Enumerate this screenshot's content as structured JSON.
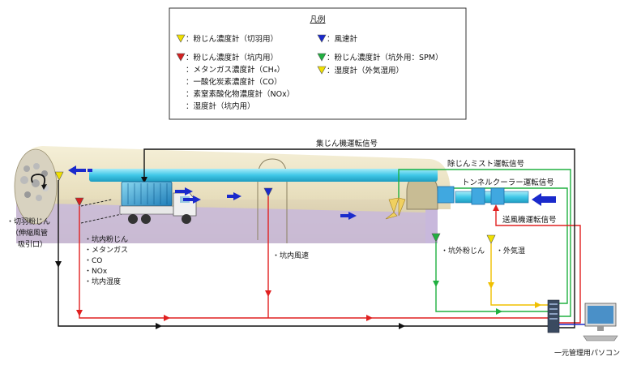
{
  "legend": {
    "title": "凡例",
    "col1": [
      {
        "text": "：粉じん濃度計（切羽用）",
        "color": "#f0e000"
      },
      {
        "text": "：粉じん濃度計（坑内用）",
        "color": "#d42020"
      },
      {
        "text": "：メタンガス濃度計（CH₄）"
      },
      {
        "text": "：一酸化炭素濃度計（CO）"
      },
      {
        "text": "：素窒素酸化物濃度計（NOx）"
      },
      {
        "text": "：湿度計（坑内用）"
      }
    ],
    "col2": [
      {
        "text": "：風速計",
        "color": "#1a2acc"
      },
      {
        "text": "：粉じん濃度計（坑外用：SPM）",
        "color": "#20b040"
      },
      {
        "text": "：湿度計（外気湿用）",
        "color": "#f0e000"
      }
    ]
  },
  "signals": {
    "dust_collector": "集じん機運転信号",
    "dust_mist": "除じんミスト運転信号",
    "tunnel_cooler": "トンネルクーラー運転信号",
    "blower": "送風機運転信号"
  },
  "labels": {
    "face_dust_1": "・切羽粉じん",
    "face_dust_2": "（伸縮風管",
    "face_dust_3": "吸引口）",
    "inner_1": "・坑内粉じん",
    "inner_2": "・メタンガス",
    "inner_3": "・CO",
    "inner_4": "・NOx",
    "inner_5": "・坑内湿度",
    "wind": "・坑内風速",
    "outside_dust": "・坑外粉じん",
    "outside_humidity": "・外気湿",
    "pc": "一元管理用パソコン"
  },
  "colors": {
    "black_line": "#111111",
    "red_line": "#e02020",
    "green_line": "#20b040",
    "yellow_line": "#f0c000",
    "blue_arrow": "#1a2acc",
    "duct": "#40c8e8",
    "tunnel_floor": "#c8b8dc",
    "tunnel_body": "#e6dcb8"
  }
}
